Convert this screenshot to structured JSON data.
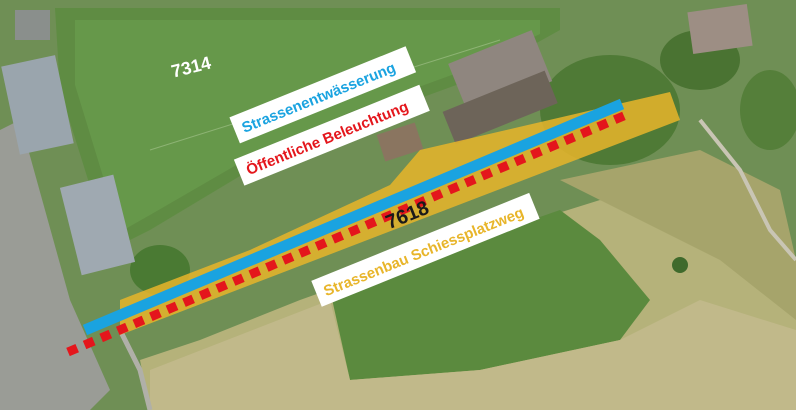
{
  "parcels": {
    "north_number": "7314",
    "road_number": "7618"
  },
  "legend_labels": {
    "drainage": "Strassenentwässerung",
    "lighting": "Öffentliche Beleuchtung",
    "road_construction": "Strassenbau Schiessplatzweg"
  },
  "colors": {
    "drainage": "#1aa3e0",
    "lighting": "#e4161c",
    "road_construction": "#e8b52a",
    "label_background": "#ffffff",
    "parcel_text": "#ffffff",
    "road_number_text": "#1a1a1a"
  }
}
